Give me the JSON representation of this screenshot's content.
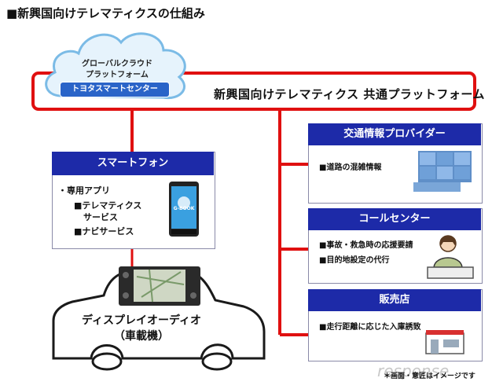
{
  "title": "■新興国向けテレマティクスの仕組み",
  "cloud": {
    "line1": "グローバルクラウド",
    "line2": "プラットフォーム",
    "pill": "トヨタスマートセンター"
  },
  "platform_label": "新興国向けテレマティクス 共通プラットフォーム",
  "smartphone": {
    "header": "スマートフォン",
    "app": "・専用アプリ",
    "item1_line1": "■テレマティクス",
    "item1_line2": "サービス",
    "item2": "■ナビサービス",
    "phone_logo": "G-BOOK"
  },
  "car": {
    "line1": "ディスプレイオーディオ",
    "line2": "（車載機）"
  },
  "providers": [
    {
      "header": "交通情報プロバイダー",
      "items": [
        "■道路の混雑情報"
      ]
    },
    {
      "header": "コールセンター",
      "items": [
        "■事故・救急時の応援要請",
        "■目的地設定の代行"
      ]
    },
    {
      "header": "販売店",
      "items": [
        "■走行距離に応じた入庫誘致"
      ]
    }
  ],
  "note": "＊画面・意匠はイメージです",
  "watermark": "response",
  "colors": {
    "accent_red": "#e01010",
    "header_blue": "#1d2aa8",
    "pill_blue": "#2a64c8"
  }
}
